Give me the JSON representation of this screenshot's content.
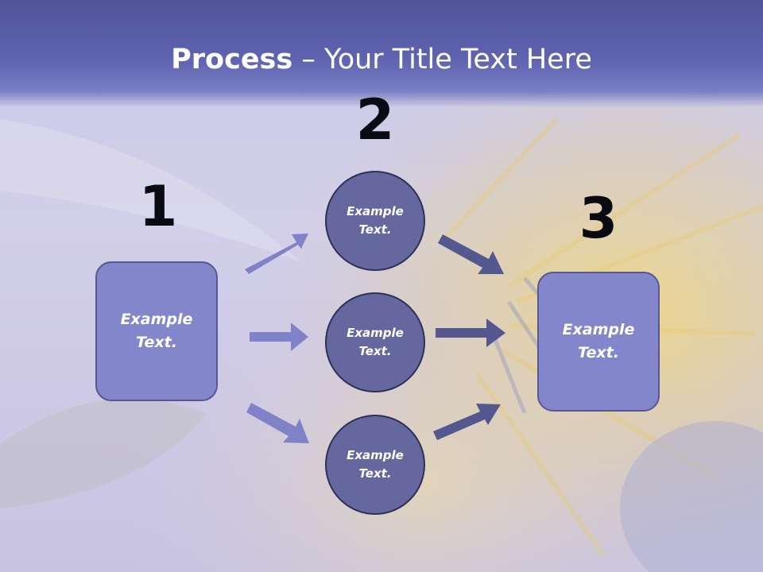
{
  "title": {
    "bold": "Process",
    "rest": " – Your Title Text Here"
  },
  "steps": [
    {
      "number": "1",
      "text": "Example Text."
    },
    {
      "number": "2",
      "items": [
        "Example Text.",
        "Example Text.",
        "Example Text."
      ]
    },
    {
      "number": "3",
      "text": "Example Text."
    }
  ],
  "colors": {
    "title_bar": "#5f63b0",
    "box_fill": "#8486cb",
    "circle_fill": "#65679f",
    "left_arrows": "#8082c8",
    "right_arrows": "#55578f"
  }
}
